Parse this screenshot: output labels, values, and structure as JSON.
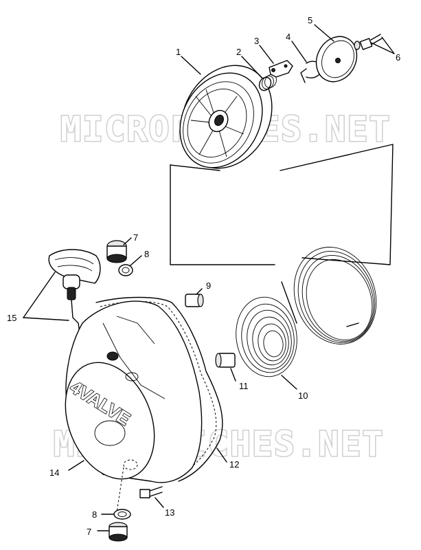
{
  "watermark": {
    "text_top": "MICROFICHES.NET",
    "text_bottom": "MICROFICHES.NET"
  },
  "housing_emboss": "4VALVE",
  "callouts": {
    "n1": "1",
    "n2": "2",
    "n3": "3",
    "n4": "4",
    "n5": "5",
    "n6": "6",
    "n7a": "7",
    "n8a": "8",
    "n9": "9",
    "n10": "10",
    "n11": "11",
    "n12": "12",
    "n13": "13",
    "n14": "14",
    "n15": "15",
    "n8b": "8",
    "n7b": "7"
  }
}
